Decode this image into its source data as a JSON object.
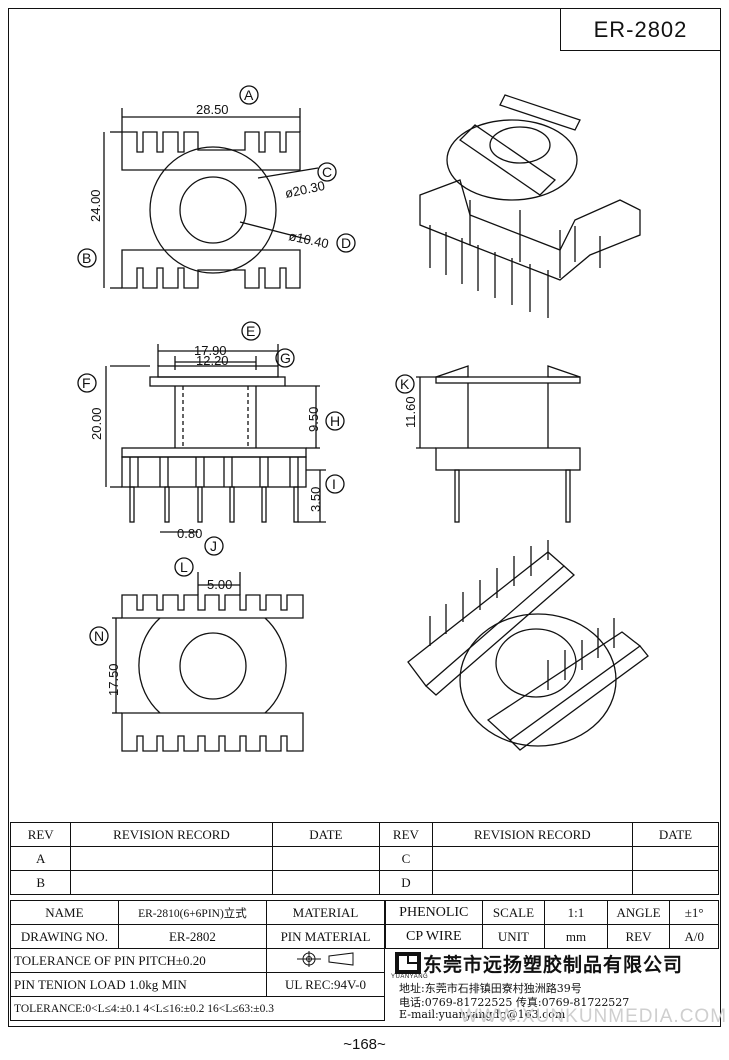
{
  "title": "ER-2802",
  "dimensions": {
    "A": "A",
    "B": "B",
    "C": "C",
    "D": "D",
    "E": "E",
    "F": "F",
    "G": "G",
    "H": "H",
    "I": "I",
    "J": "J",
    "K": "K",
    "L": "L",
    "N": "N",
    "width_a": "28.50",
    "height_b": "24.00",
    "dia_c": "ø20.30",
    "dia_d": "ø10.40",
    "width_e": "17.90",
    "width_g": "12.20",
    "height_f": "20.00",
    "height_h": "9.50",
    "height_i": "3.50",
    "pin_j": "0.80",
    "height_k": "11.60",
    "pitch_l": "5.00",
    "height_n": "17.50"
  },
  "revision_table": {
    "headers": [
      "REV",
      "REVISION RECORD",
      "DATE",
      "REV",
      "REVISION RECORD",
      "DATE"
    ],
    "rows": [
      [
        "A",
        "",
        "",
        "C",
        "",
        ""
      ],
      [
        "B",
        "",
        "",
        "D",
        "",
        ""
      ]
    ]
  },
  "info": {
    "name_label": "NAME",
    "name_value": "ER-2810(6+6PIN)立式",
    "material_label": "MATERIAL",
    "drawing_no_label": "DRAWING NO.",
    "drawing_no_value": "ER-2802",
    "pin_material_label": "PIN MATERIAL",
    "tolerance_pitch": "TOLERANCE OF PIN PITCH±0.20",
    "pin_tension": "PIN TENION LOAD 1.0kg MIN",
    "ul_rec": "UL REC:94V-0",
    "tolerance_line": "TOLERANCE:0<L≤4:±0.1  4<L≤16:±0.2  16<L≤63:±0.3"
  },
  "spec": {
    "material_value": "PHENOLIC",
    "scale_label": "SCALE",
    "scale_value": "1:1",
    "angle_label": "ANGLE",
    "angle_value": "±1°",
    "pin_material_value": "CP WIRE",
    "unit_label": "UNIT",
    "unit_value": "mm",
    "rev_label": "REV",
    "rev_value": "A/0"
  },
  "company": {
    "brand": "YUANYANG",
    "name": "东莞市远扬塑胶制品有限公司",
    "address": "地址:东莞市石排镇田寮村独洲路39号",
    "phone": "电话:0769-81722525      传真:0769-81722527",
    "email": "E-mail:yuanyangdg@163.com"
  },
  "watermark": "WWW.XUNKUNMEDIA.COM",
  "page_number": "~168~"
}
